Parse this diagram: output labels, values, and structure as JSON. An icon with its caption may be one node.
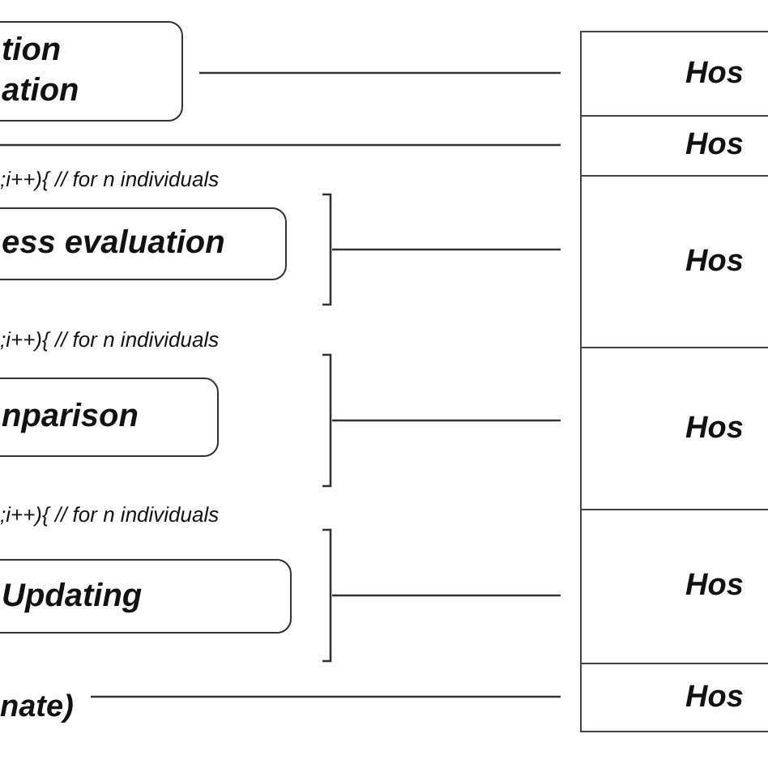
{
  "diagram": {
    "nodes": [
      {
        "text": [
          "tion ation"
        ]
      },
      {
        "text": [
          "ess evaluation"
        ],
        "beside": [
          ";i++){ // for n individuals"
        ]
      },
      {
        "text": [
          "nparison"
        ],
        "beside": [
          ";i++){ // for n individuals"
        ]
      },
      {
        "text": [
          "Updating"
        ],
        "beside": [
          ";i++){ // for n individuals"
        ]
      },
      {
        "text": [
          "nate)"
        ]
      },
      {
        "text": [
          "Hos"
        ]
      },
      {
        "text": [
          "Hos"
        ]
      },
      {
        "text": [
          "Hos"
        ]
      },
      {
        "text": [
          "Hos"
        ]
      },
      {
        "text": [
          "Hos"
        ]
      },
      {
        "text": [
          "Hos"
        ]
      }
    ],
    "edges": [
      {
        "from": 0,
        "to": 5,
        "arrow": "none"
      },
      {
        "from": null,
        "to": 6,
        "arrow": "none"
      },
      {
        "from": 1,
        "to": 7,
        "arrow": "none"
      },
      {
        "from": 2,
        "to": 8,
        "arrow": "none"
      },
      {
        "from": 3,
        "to": 9,
        "arrow": "none"
      },
      {
        "from": 4,
        "to": 10,
        "arrow": "none"
      }
    ]
  }
}
